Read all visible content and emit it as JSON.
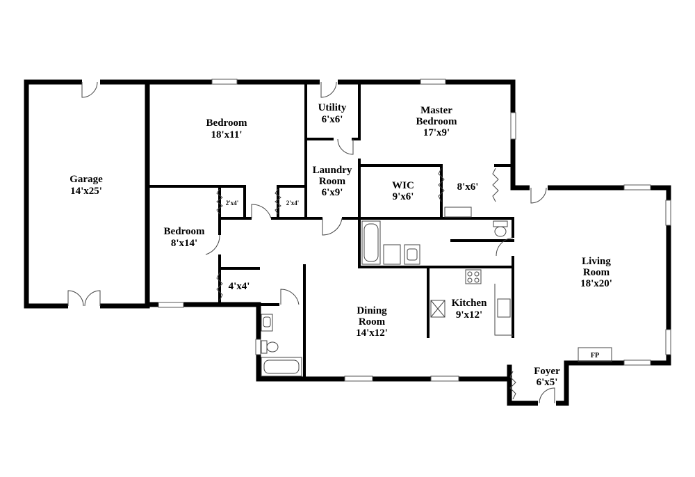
{
  "rooms": {
    "garage": {
      "name": "Garage",
      "size": "14'x25'"
    },
    "bedroom_top": {
      "name": "Bedroom",
      "size": "18'x11'"
    },
    "utility": {
      "name": "Utility",
      "size": "6'x6'"
    },
    "master_bedroom": {
      "name1": "Master",
      "name2": "Bedroom",
      "size": "17'x9'"
    },
    "laundry": {
      "name1": "Laundry",
      "name2": "Room",
      "size": "6'x9'"
    },
    "wic": {
      "name": "WIC",
      "size": "9'x6'"
    },
    "master_closet": {
      "size": "8'x6'"
    },
    "closet_a": {
      "size": "2'x4'"
    },
    "closet_b": {
      "size": "2'x4'"
    },
    "bedroom_left": {
      "name": "Bedroom",
      "size": "8'x14'"
    },
    "closet_c": {
      "size": "4'x4'"
    },
    "living": {
      "name": "Living",
      "name2": "Room",
      "size": "18'x20'"
    },
    "kitchen": {
      "name": "Kitchen",
      "size": "9'x12'"
    },
    "dining": {
      "name": "Dining",
      "name2": "Room",
      "size": "14'x12'"
    },
    "foyer": {
      "name": "Foyer",
      "size": "6'x5'"
    },
    "fireplace": {
      "label": "FP"
    }
  }
}
